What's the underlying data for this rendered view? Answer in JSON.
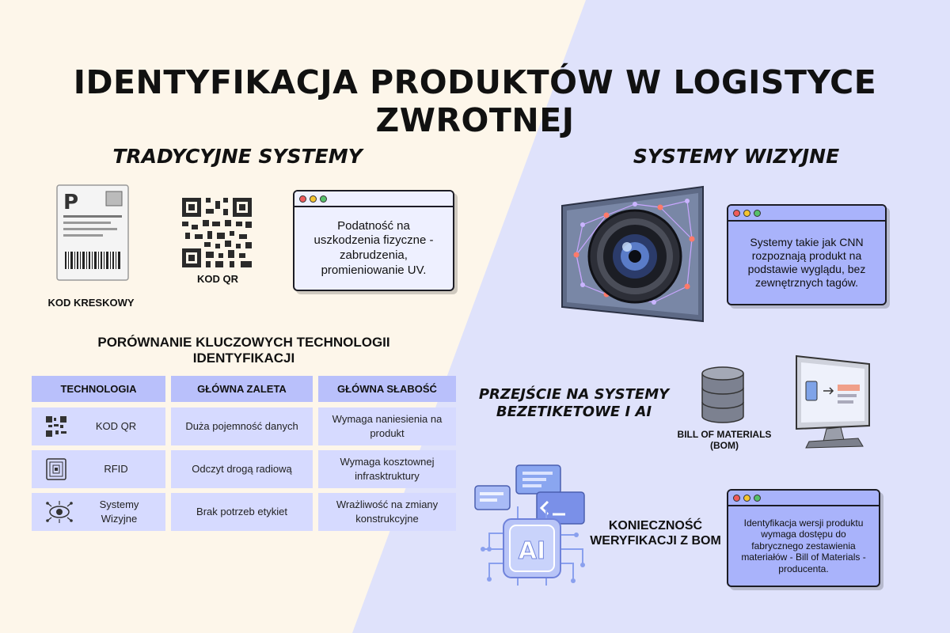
{
  "title": "IDENTYFIKACJA PRODUKTÓW W LOGISTYCE ZWROTNEJ",
  "left": {
    "section_title": "TRADYCYJNE SYSTEMY",
    "barcode_caption": "KOD KRESKOWY",
    "qr_caption": "KOD QR",
    "label_letter": "P",
    "note": "Podatność na uszkodzenia fizyczne - zabrudzenia, promieniowanie UV."
  },
  "table": {
    "title_line1": "PORÓWNANIE KLUCZOWYCH TECHNOLOGII",
    "title_line2": "IDENTYFIKACJI",
    "headers": [
      "TECHNOLOGIA",
      "GŁÓWNA ZALETA",
      "GŁÓWNA SŁABOŚĆ"
    ],
    "rows": [
      {
        "tech": "KOD QR",
        "pro": "Duża pojemność danych",
        "con": "Wymaga naniesienia na produkt",
        "icon": "qr-code-icon"
      },
      {
        "tech": "RFID",
        "pro": "Odczyt drogą radiową",
        "con": "Wymaga kosztownej infrasktruktury",
        "icon": "rfid-chip-icon"
      },
      {
        "tech": "Systemy Wizyjne",
        "pro": "Brak potrzeb etykiet",
        "con": "Wrażliwość na zmiany konstrukcyjne",
        "icon": "vision-eye-icon"
      }
    ]
  },
  "right": {
    "section_title": "SYSTEMY WIZYJNE",
    "vision_note": "Systemy takie jak CNN rozpoznają produkt na podstawie wyglądu, bez zewnętrznych tagów.",
    "transition_line1": "PRZEJŚCIE NA SYSTEMY",
    "transition_line2": "BEZETIKETOWE I AI",
    "bom_caption_line1": "BILL OF MATERIALS",
    "bom_caption_line2": "(BOM)",
    "verify_line1": "KONIECZNOŚĆ",
    "verify_line2": "WERYFIKACJI Z BOM",
    "bom_note": "Identyfikacja wersji produktu wymaga dostępu do fabrycznego zestawienia materiałów - Bill of Materials - producenta.",
    "ai_label": "AI"
  },
  "colors": {
    "left_bg": "#fdf6ea",
    "right_bg": "#dfe2fb",
    "accent_blue": "#a9b3fb",
    "table_head": "#b9c0fb",
    "table_cell": "#d6daff"
  }
}
